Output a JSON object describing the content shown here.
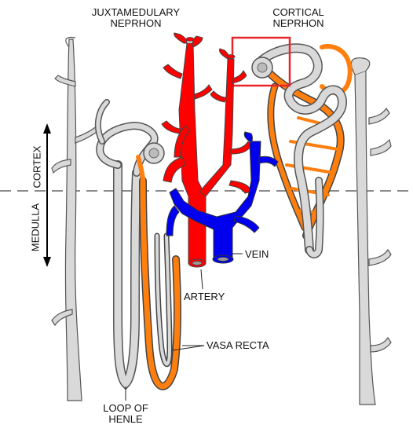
{
  "labels": {
    "juxtamedullary_line1": "JUXTAMEDULARY",
    "juxtamedullary_line2": "NEPRHON",
    "cortical_line1": "CORTICAL",
    "cortical_line2": "NEPRHON",
    "cortex": "CORTEX",
    "medulla": "MEDULLA",
    "vein": "VEIN",
    "artery": "ARTERY",
    "vasa_recta": "VASA RECTA",
    "loop_line1": "LOOP OF",
    "loop_line2": "HENLE"
  },
  "colors": {
    "artery": "#ff0000",
    "vein": "#0000ee",
    "vasa_recta": "#ff7f0e",
    "tubule": "#d9d9d9",
    "outline": "#555555",
    "highlight_box": "#e8262a"
  }
}
